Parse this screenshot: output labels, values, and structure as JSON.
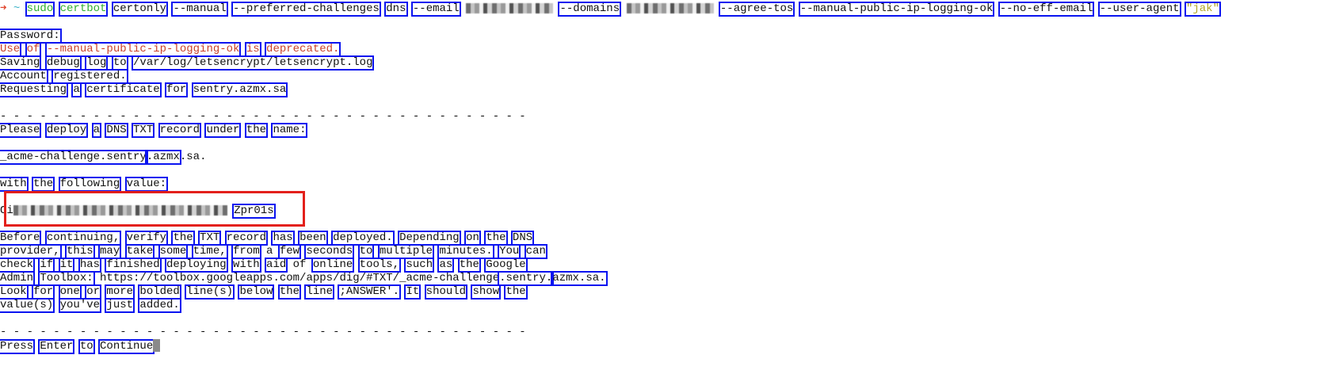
{
  "terminal": {
    "lines": [
      [
        {
          "t": "➜",
          "c": "c-arrow"
        },
        {
          "t": "~",
          "c": "c-tilde"
        },
        {
          "t": "sudo",
          "c": "c-green",
          "b": 1
        },
        {
          "t": "certbot",
          "c": "c-green",
          "b": 1
        },
        {
          "t": "certonly",
          "b": 1
        },
        {
          "t": "--manual",
          "b": 1
        },
        {
          "t": "--preferred-challenges",
          "b": 1
        },
        {
          "t": "dns",
          "b": 1
        },
        {
          "t": "--email",
          "b": 1
        },
        {
          "r": 110
        },
        {
          "t": "--domains",
          "b": 1
        },
        {
          "r": 110
        },
        {
          "t": "--agree-tos",
          "b": 1
        },
        {
          "t": "--manual-public-ip-logging-ok",
          "b": 1
        },
        {
          "t": "--no-eff-email",
          "b": 1
        },
        {
          "t": "--user-agent",
          "b": 1
        },
        {
          "t": "\"jak\"",
          "c": "c-str",
          "b": 1
        }
      ],
      [],
      [
        {
          "t": "Password:",
          "b": 1
        }
      ],
      [
        {
          "t": "Use",
          "c": "c-warn",
          "b": 1
        },
        {
          "t": "of",
          "c": "c-warn",
          "b": 1
        },
        {
          "t": "--manual-public-ip-logging-ok",
          "c": "c-warn",
          "b": 1
        },
        {
          "t": "is",
          "c": "c-warn",
          "b": 1
        },
        {
          "t": "deprecated.",
          "c": "c-warn",
          "b": 1
        }
      ],
      [
        {
          "t": "Saving",
          "b": 1
        },
        {
          "t": "debug",
          "b": 1
        },
        {
          "t": "log",
          "b": 1
        },
        {
          "t": "to",
          "b": 1
        },
        {
          "t": "/var/log/letsencrypt/letsencrypt.log",
          "b": 1
        }
      ],
      [
        {
          "t": "Account",
          "b": 1
        },
        {
          "t": "registered.",
          "b": 1
        }
      ],
      [
        {
          "t": "Requesting",
          "b": 1
        },
        {
          "t": "a",
          "b": 1
        },
        {
          "t": "certificate",
          "b": 1
        },
        {
          "t": "for",
          "b": 1
        },
        {
          "t": "sentry.azmx.sa",
          "b": 1
        }
      ],
      [],
      [
        {
          "t": "- - - - - - - - - - - - - - - - - - - - - - - - - - - - - - - - - - - - - - - -"
        }
      ],
      [
        {
          "t": "Please",
          "b": 1
        },
        {
          "t": "deploy",
          "b": 1
        },
        {
          "t": "a",
          "b": 1
        },
        {
          "t": "DNS",
          "b": 1
        },
        {
          "t": "TXT",
          "b": 1
        },
        {
          "t": "record",
          "b": 1
        },
        {
          "t": "under",
          "b": 1
        },
        {
          "t": "the",
          "b": 1
        },
        {
          "t": "name:",
          "b": 1
        }
      ],
      [],
      [
        {
          "t": "_acme-challenge.sentry",
          "b": 1
        },
        {
          "t": ".azmx",
          "b": 1,
          "j": 1
        },
        {
          "t": ".sa.",
          "j": 1
        }
      ],
      [],
      [
        {
          "t": "with",
          "b": 1
        },
        {
          "t": "the",
          "b": 1
        },
        {
          "t": "following",
          "b": 1
        },
        {
          "t": "value:",
          "b": 1
        }
      ],
      [],
      [
        {
          "t": "Oi"
        },
        {
          "r": 270,
          "j": 1
        },
        {
          "t": "Zpr01s",
          "b": 1
        }
      ],
      [],
      [
        {
          "t": "Before",
          "b": 1
        },
        {
          "t": "continuing,",
          "b": 1
        },
        {
          "t": "verify",
          "b": 1
        },
        {
          "t": "the",
          "b": 1
        },
        {
          "t": "TXT",
          "b": 1
        },
        {
          "t": "record",
          "b": 1
        },
        {
          "t": "has",
          "b": 1
        },
        {
          "t": "been",
          "b": 1
        },
        {
          "t": "deployed.",
          "b": 1
        },
        {
          "t": "Depending",
          "b": 1
        },
        {
          "t": "on",
          "b": 1
        },
        {
          "t": "the",
          "b": 1
        },
        {
          "t": "DNS",
          "b": 1
        }
      ],
      [
        {
          "t": "provider,",
          "b": 1
        },
        {
          "t": "this",
          "b": 1
        },
        {
          "t": "may",
          "b": 1
        },
        {
          "t": "take",
          "b": 1
        },
        {
          "t": "some",
          "b": 1
        },
        {
          "t": "time,",
          "b": 1
        },
        {
          "t": "from",
          "b": 1
        },
        {
          "t": "a"
        },
        {
          "t": "few",
          "b": 1
        },
        {
          "t": "seconds",
          "b": 1
        },
        {
          "t": "to",
          "b": 1
        },
        {
          "t": "multiple",
          "b": 1
        },
        {
          "t": "minutes.",
          "b": 1
        },
        {
          "t": "You",
          "b": 1
        },
        {
          "t": "can",
          "b": 1
        }
      ],
      [
        {
          "t": "check",
          "b": 1
        },
        {
          "t": "if",
          "b": 1
        },
        {
          "t": "it",
          "b": 1
        },
        {
          "t": "has",
          "b": 1
        },
        {
          "t": "finished",
          "b": 1
        },
        {
          "t": "deploying",
          "b": 1
        },
        {
          "t": "with",
          "b": 1
        },
        {
          "t": "aid",
          "b": 1
        },
        {
          "t": "of"
        },
        {
          "t": "online",
          "b": 1
        },
        {
          "t": "tools,",
          "b": 1
        },
        {
          "t": "such",
          "b": 1
        },
        {
          "t": "as",
          "b": 1
        },
        {
          "t": "the",
          "b": 1
        },
        {
          "t": "Google",
          "b": 1
        }
      ],
      [
        {
          "t": "Admin",
          "b": 1
        },
        {
          "t": "Toolbox:",
          "b": 1
        },
        {
          "t": "https://toolbox.googleapps.com/apps/dig/#TXT/_acme-challenge"
        },
        {
          "t": ".sentry.",
          "b": 1,
          "j": 1
        },
        {
          "t": "azmx.sa.",
          "b": 1,
          "j": 1
        }
      ],
      [
        {
          "t": "Look",
          "b": 1
        },
        {
          "t": "for",
          "b": 1
        },
        {
          "t": "one",
          "b": 1
        },
        {
          "t": "or",
          "b": 1
        },
        {
          "t": "more",
          "b": 1
        },
        {
          "t": "bolded",
          "b": 1
        },
        {
          "t": "line(s)",
          "b": 1
        },
        {
          "t": "below",
          "b": 1
        },
        {
          "t": "the",
          "b": 1
        },
        {
          "t": "line",
          "b": 1
        },
        {
          "t": ";ANSWER'.",
          "b": 1
        },
        {
          "t": "It",
          "b": 1
        },
        {
          "t": "should",
          "b": 1
        },
        {
          "t": "show",
          "b": 1
        },
        {
          "t": "the",
          "b": 1
        }
      ],
      [
        {
          "t": "value(s)",
          "b": 1
        },
        {
          "t": "you've",
          "b": 1
        },
        {
          "t": "just",
          "b": 1
        },
        {
          "t": "added.",
          "b": 1
        }
      ],
      [],
      [
        {
          "t": "- - - - - - - - - - - - - - - - - - - - - - - - - - - - - - - - - - - - - - - -"
        }
      ],
      [
        {
          "t": "Press",
          "b": 1
        },
        {
          "t": "Enter",
          "b": 1
        },
        {
          "t": "to",
          "b": 1
        },
        {
          "t": "Continue",
          "b": 1
        },
        {
          "cursor": 1,
          "j": 1
        }
      ]
    ]
  }
}
